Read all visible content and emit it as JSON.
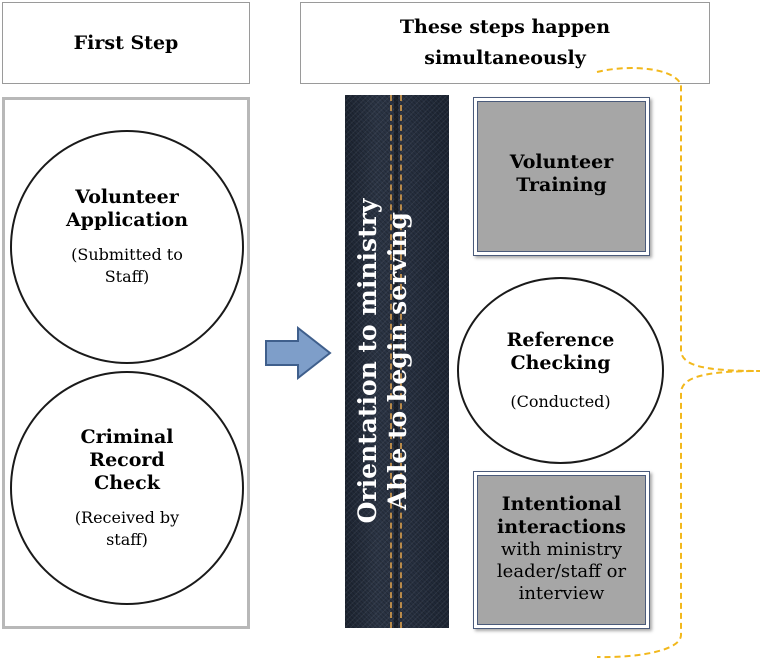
{
  "headers": {
    "first_step": "First Step",
    "simultaneous": "These steps happen\nsimultaneously"
  },
  "left_column": {
    "application": {
      "title": "Volunteer\nApplication",
      "subtitle": "(Submitted to\nStaff)"
    },
    "criminal_check": {
      "title": "Criminal\nRecord\nCheck",
      "subtitle": "(Received by\nstaff)"
    }
  },
  "arrow": {
    "icon": "right-arrow-icon",
    "fill": "#7e9ec9",
    "stroke": "#3f5f8c"
  },
  "jeans_banner": {
    "line1": "Orientation to ministry",
    "line2": "Able to begin serving"
  },
  "right_column": {
    "training": {
      "title": "Volunteer\nTraining"
    },
    "reference": {
      "title": "Reference\nChecking",
      "subtitle": "(Conducted)"
    },
    "interactions": {
      "title": "Intentional\ninteractions",
      "body": "with ministry\nleader/staff or\ninterview"
    }
  },
  "brace": {
    "color": "#f2b81c",
    "style": "dashed"
  }
}
